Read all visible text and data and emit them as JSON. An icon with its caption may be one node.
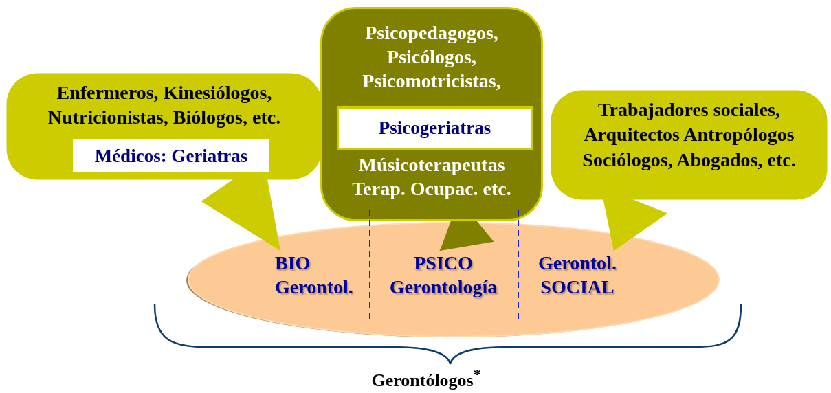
{
  "diagram": {
    "nodes": [
      {
        "text": [
          "Enfermeros, Kinesiólogos, Nutricionistas, Biólogos, etc."
        ]
      },
      {
        "text": [
          "Médicos: Geriatras"
        ],
        "in": 0
      },
      {
        "text": [
          "Psicopedagogos, Psicólogos, Psicomotricistas,",
          "Músicoterapeutas Terap. Ocupac. etc."
        ]
      },
      {
        "text": [
          "Psicogeriatras"
        ],
        "in": 2
      },
      {
        "text": [
          "Trabajadores sociales, Arquitectos Antropólogos Sociólogos, Abogados, etc."
        ]
      },
      {
        "text": [],
        "shape": "ellipse"
      },
      {
        "text": [
          "BIO Gerontol."
        ],
        "in": 5
      },
      {
        "text": [
          "PSICO Gerontología"
        ],
        "in": 5
      },
      {
        "text": [
          "Gerontol. SOCIAL"
        ],
        "in": 5
      }
    ],
    "edges": [
      {
        "from": 0,
        "to": 6,
        "arrow": "to"
      },
      {
        "from": 2,
        "to": 7,
        "arrow": "to",
        "color": "#808000"
      },
      {
        "from": 4,
        "to": 8,
        "arrow": "to"
      }
    ],
    "labels": [
      "Gerontólogos$^{*}$"
    ]
  }
}
